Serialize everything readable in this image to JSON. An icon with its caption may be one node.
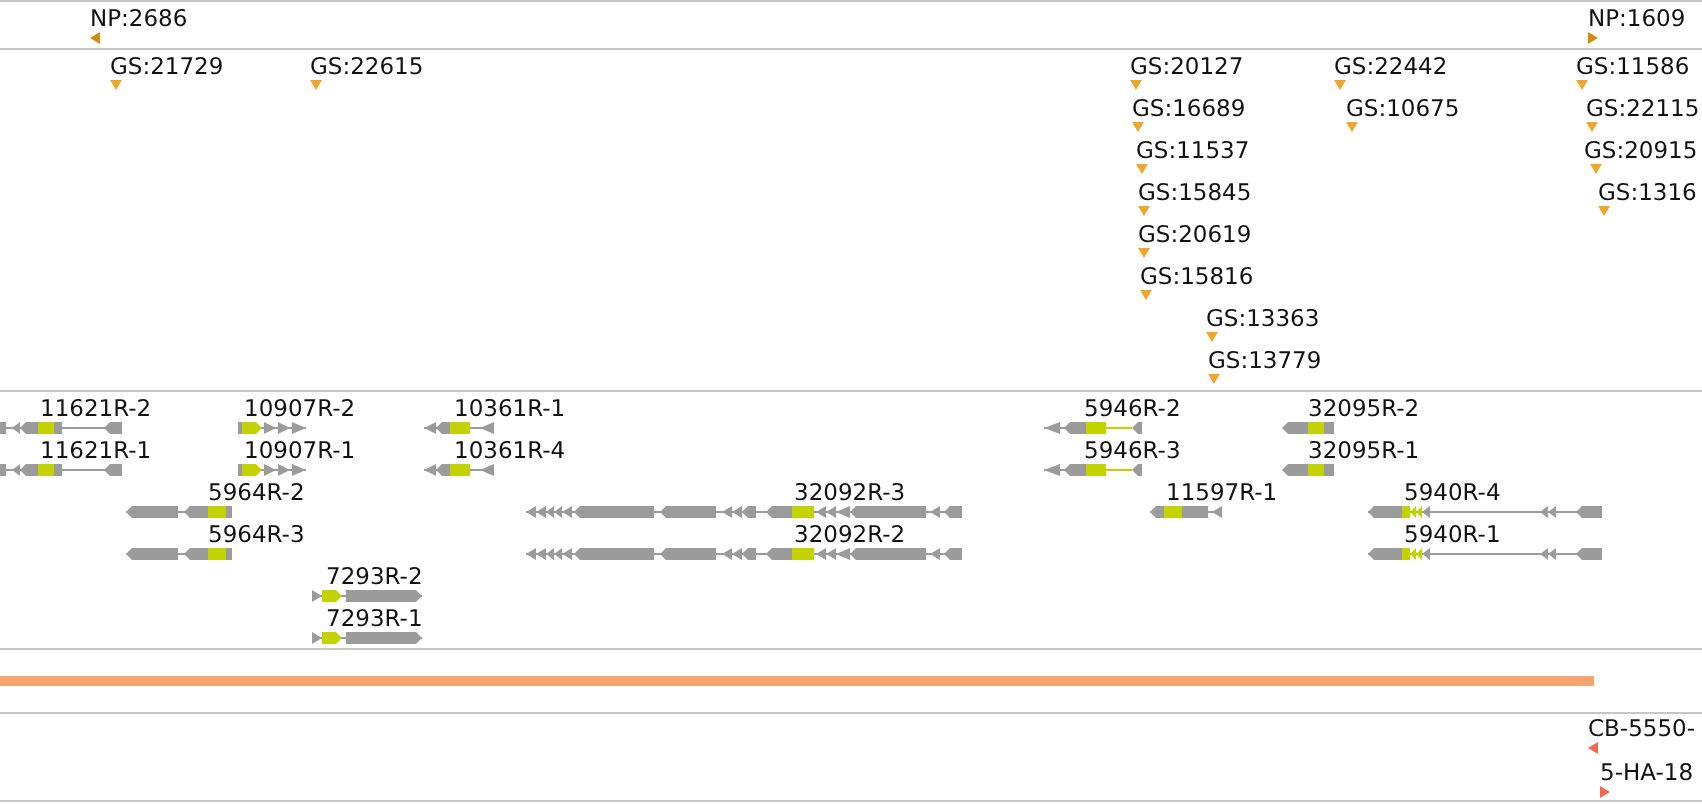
{
  "diagram": {
    "labels": [
      "NP:2686",
      "NP:1609",
      "GS:21729",
      "GS:22615",
      "GS:20127",
      "GS:22442",
      "GS:11586",
      "GS:16689",
      "GS:10675",
      "GS:22115",
      "GS:11537",
      "GS:20915",
      "GS:15845",
      "GS:1316",
      "GS:20619",
      "GS:15816",
      "GS:13363",
      "GS:13779",
      "11621R-2",
      "10907R-2",
      "10361R-1",
      "5946R-2",
      "32095R-2",
      "11621R-1",
      "10907R-1",
      "10361R-4",
      "5946R-3",
      "32095R-1",
      "5964R-2",
      "32092R-3",
      "11597R-1",
      "5940R-4",
      "5964R-3",
      "32092R-2",
      "5940R-1",
      "7293R-2",
      "7293R-1",
      "CB-5550-",
      "5-HA-18"
    ]
  }
}
